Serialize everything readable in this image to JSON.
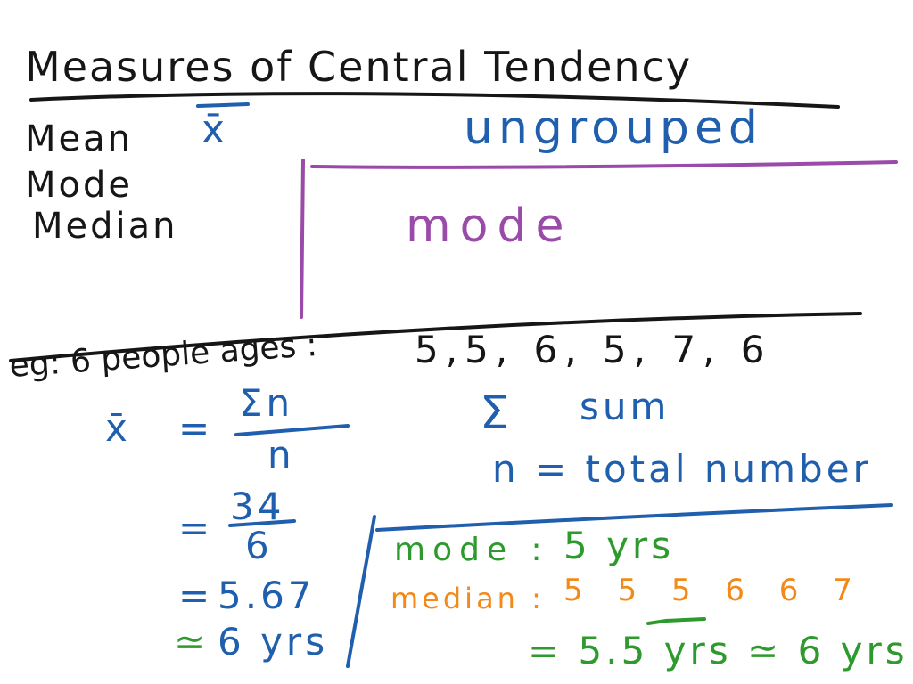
{
  "board": {
    "title": "Measures of Central Tendency",
    "measures": [
      "Mean",
      "Mode",
      "Median"
    ],
    "mean_symbol": "x̄",
    "ungrouped_label": "ungrouped",
    "ungrouped_box_label": "mode"
  },
  "example": {
    "prompt": "eg: 6 people ages :",
    "ages": "5,5, 6, 5, 7, 6",
    "mean_formula": {
      "lhs": "x̄",
      "equals": "=",
      "numerator": "Σn",
      "denominator": "n"
    },
    "legend": {
      "sigma_symbol": "Σ",
      "sigma_meaning": "sum",
      "n_definition": "n = total number"
    },
    "mean_steps": [
      {
        "op": "=",
        "value_num": "34",
        "value_den": "6"
      },
      {
        "op": "=",
        "value": "5.67"
      },
      {
        "op": "≃",
        "value": "6 yrs"
      }
    ],
    "results": {
      "mode_label": "mode :",
      "mode_value": "5 yrs",
      "median_label": "median :",
      "median_sorted": "5 5 5 6 6 7",
      "median_result": "= 5.5 yrs ≃ 6 yrs"
    }
  },
  "colors": {
    "black": "#161616",
    "blue": "#1f5fae",
    "purple": "#9a4aa8",
    "green": "#2e9a2e",
    "orange": "#f28a1a",
    "background": "#ffffff"
  }
}
